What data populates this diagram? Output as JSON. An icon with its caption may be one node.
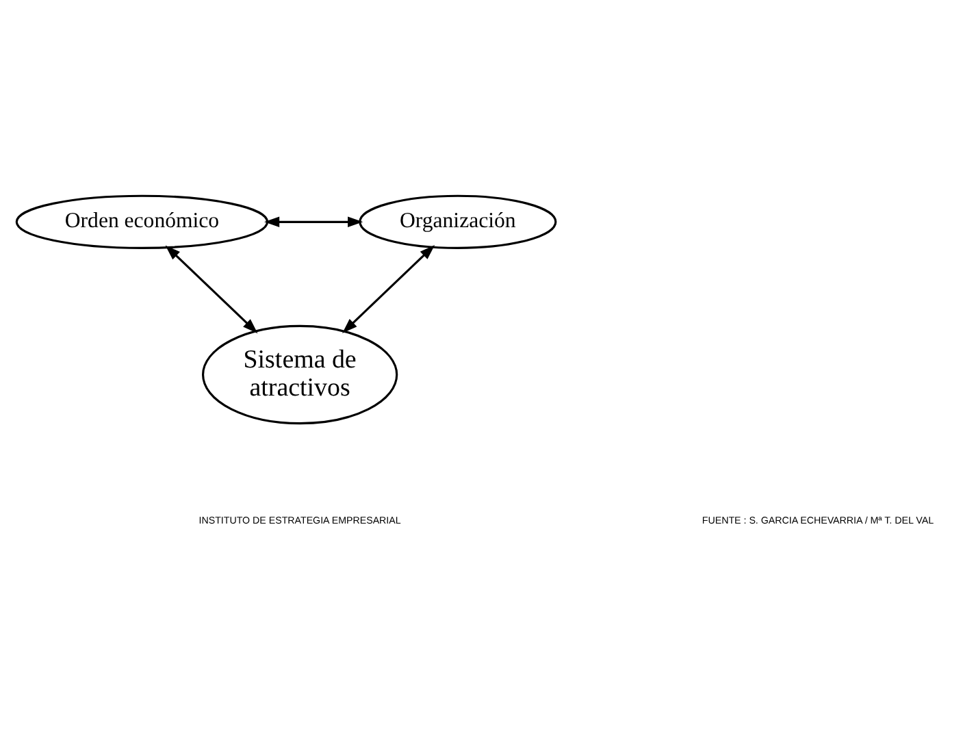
{
  "diagram": {
    "nodes": [
      {
        "text": [
          "Orden económico"
        ]
      },
      {
        "text": [
          "Organización"
        ]
      },
      {
        "text": [
          "Sistema de atractivos"
        ]
      }
    ],
    "edges": [
      {
        "from": 0,
        "to": 1,
        "arrow": "both"
      },
      {
        "from": 0,
        "to": 2,
        "arrow": "both"
      },
      {
        "from": 1,
        "to": 2,
        "arrow": "both"
      }
    ],
    "labels": [
      "INSTITUTO DE ESTRATEGIA EMPRESARIAL",
      "FUENTE : S. GARCIA ECHEVARRIA / Mª T. DEL VAL"
    ]
  }
}
